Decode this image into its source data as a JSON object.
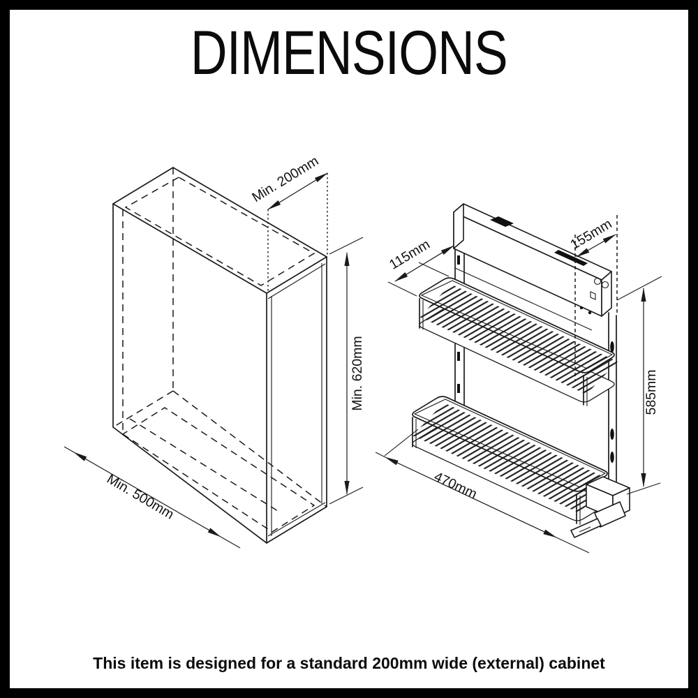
{
  "title": "DIMENSIONS",
  "footer": {
    "note": "This item is designed for a standard 200mm wide (external) cabinet"
  },
  "cabinet_drawing": {
    "labels": {
      "min_width": "Min. 200mm",
      "min_height": "Min. 620mm",
      "min_depth": "Min. 500mm"
    }
  },
  "unit_drawing": {
    "labels": {
      "basket_depth": "115mm",
      "mount_depth": "155mm",
      "height": "585mm",
      "length": "470mm"
    }
  },
  "colors": {
    "line": "#1a1a1a",
    "background": "#ffffff",
    "frame": "#000000"
  }
}
